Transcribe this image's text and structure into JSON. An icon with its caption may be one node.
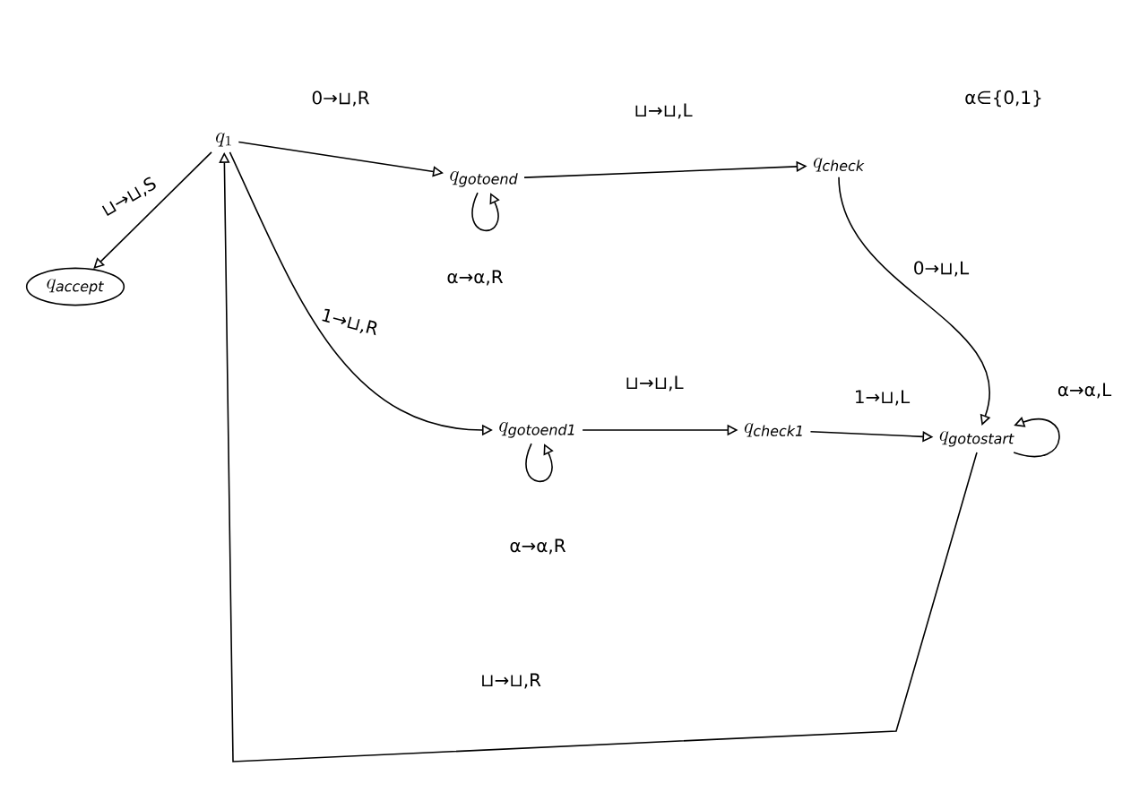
{
  "diagram": {
    "nodes": [
      {
        "text": [
          "q_{1}"
        ]
      },
      {
        "text": [
          "q_{\\mathit{gotoend}}"
        ]
      },
      {
        "text": [
          "q_{\\mathit{check}}"
        ]
      },
      {
        "text": [
          "q_{\\mathit{accept}}"
        ]
      },
      {
        "text": [
          "q_{\\mathit{gotoend1}}"
        ]
      },
      {
        "text": [
          "q_{\\mathit{check1}}"
        ]
      },
      {
        "text": [
          "q_{\\mathit{gotostart}}"
        ]
      }
    ],
    "edges": [
      {
        "from": 0,
        "to": 1,
        "arrow": "to",
        "label": "0→⊔,R"
      },
      {
        "from": 1,
        "to": 1,
        "arrow": "to",
        "label": "α→α,R"
      },
      {
        "from": 1,
        "to": 2,
        "arrow": "to",
        "label": "⊔→⊔,L"
      },
      {
        "from": 2,
        "to": 6,
        "arrow": "to",
        "label": "0→⊔,L"
      },
      {
        "from": 0,
        "to": 3,
        "arrow": "to",
        "label": "⊔→⊔,S"
      },
      {
        "from": 0,
        "to": 4,
        "arrow": "to",
        "label": "1→⊔,R"
      },
      {
        "from": 4,
        "to": 4,
        "arrow": "to",
        "label": "α→α,R"
      },
      {
        "from": 4,
        "to": 5,
        "arrow": "to",
        "label": "⊔→⊔,L"
      },
      {
        "from": 5,
        "to": 6,
        "arrow": "to",
        "label": "1→⊔,L"
      },
      {
        "from": 6,
        "to": 6,
        "arrow": "to",
        "label": "α→α,L"
      },
      {
        "from": 6,
        "to": 0,
        "arrow": "to",
        "label": "⊔→⊔,R"
      }
    ],
    "labels": [
      "α∈{0,1}"
    ]
  }
}
